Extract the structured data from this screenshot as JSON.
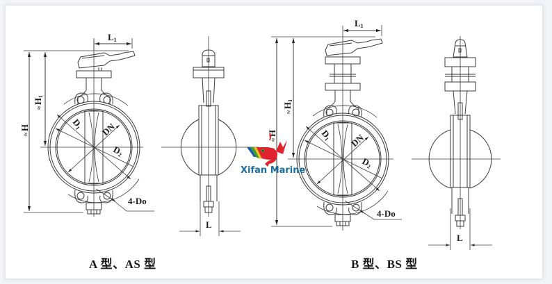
{
  "figure": {
    "title": "Wafer butterfly valve dimension drawing",
    "background_color": "#f3f4f8",
    "card_color": "#ffffff",
    "line_color": "#333333"
  },
  "views": [
    {
      "id": "type-a",
      "caption": "A 型、AS 型",
      "dimension_labels": {
        "L1": "L1",
        "H": "≈ H",
        "H1": "≈ H1",
        "D1": "D1",
        "DN": "DN",
        "D2": "D2",
        "bolt_holes": "4-Do",
        "L": "L"
      }
    },
    {
      "id": "type-b",
      "caption": "B 型、BS 型",
      "dimension_labels": {
        "L1": "L1",
        "H": "≈ H",
        "H1": "≈ H1",
        "D1": "D1",
        "DN": "DN",
        "D2": "D2",
        "bolt_holes": "4-Do",
        "L": "L"
      }
    }
  ],
  "watermark": {
    "text": "Xifan Marine",
    "icon": "whale-logo-icon",
    "colors": {
      "whale": "#e0242f",
      "stripe_green": "#3aa03a",
      "stripe_blue": "#1e5fa0",
      "stripe_yellow": "#e6c21c",
      "text": "#1a6f9e"
    }
  },
  "labels": {
    "a_L1": "L",
    "a_L1_sub": "1",
    "a_H": "H",
    "a_H1": "H",
    "a_H1_sub": "1",
    "a_D1": "D",
    "a_D1_sub": "1",
    "a_DN": "DN",
    "a_D2": "D",
    "a_D2_sub": "2",
    "a_4Do": "4-Do",
    "a_L": "L",
    "b_L1": "L",
    "b_L1_sub": "1",
    "b_H": "H",
    "b_H1": "H",
    "b_H1_sub": "1",
    "b_D1": "D",
    "b_D1_sub": "1",
    "b_DN": "DN",
    "b_D2": "D",
    "b_D2_sub": "2",
    "b_4Do": "4-Do",
    "b_L": "L",
    "approx": "≈"
  }
}
